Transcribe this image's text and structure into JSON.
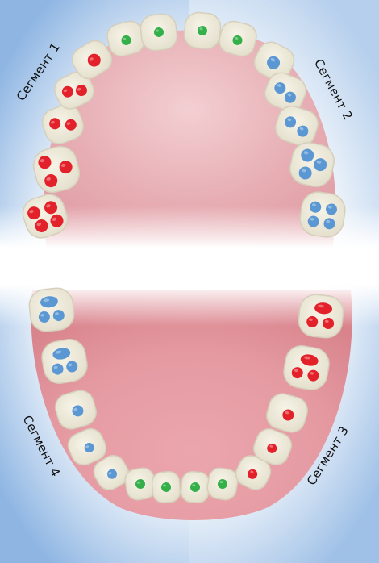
{
  "segments": {
    "s1": {
      "label": "Сегмент 1"
    },
    "s2": {
      "label": "Сегмент 2"
    },
    "s3": {
      "label": "Сегмент 3"
    },
    "s4": {
      "label": "Сегмент 4"
    }
  },
  "colors": {
    "tooth": "#eeeadb",
    "tooth_edge": "#d5cfbb",
    "gum": "#e9aab0",
    "red": "#e3212a",
    "blue": "#5b98d3",
    "green": "#33b04a",
    "bg_blue": "#8fb6e3"
  }
}
